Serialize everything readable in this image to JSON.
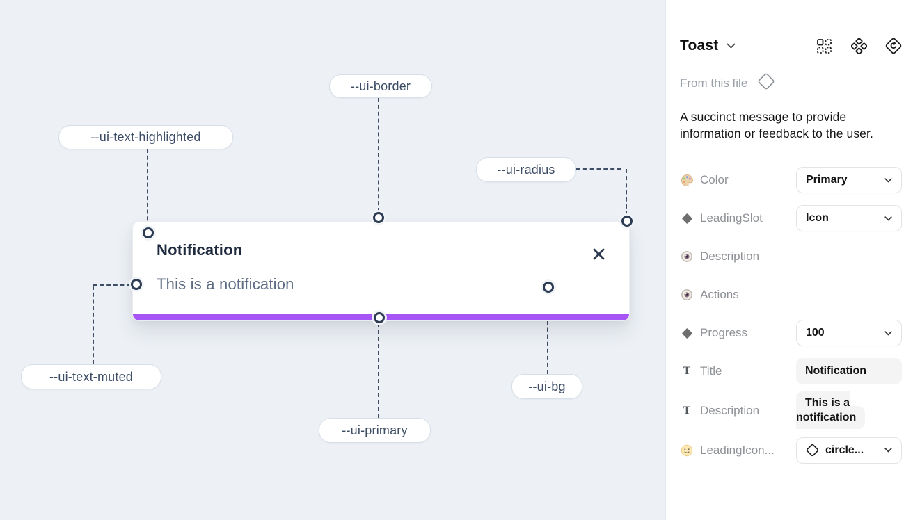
{
  "canvas": {
    "background_color": "#edf1f5",
    "connector_color": "#3f4e66",
    "toast": {
      "title": "Notification",
      "description": "This is a notification",
      "close_icon": "x-icon",
      "progress_color": "#a855f7"
    },
    "labels": [
      {
        "text": "--ui-border"
      },
      {
        "text": "--ui-text-highlighted"
      },
      {
        "text": "--ui-radius"
      },
      {
        "text": "--ui-text-muted"
      },
      {
        "text": "--ui-primary"
      },
      {
        "text": "--ui-bg"
      }
    ]
  },
  "panel": {
    "title": "Toast",
    "header_icons": [
      "instance-swap-icon",
      "component-icon",
      "reset-diamond-icon"
    ],
    "source_label": "From this file",
    "source_icon": "diamond-outline-icon",
    "description": "A succinct message to provide information or feedback to the user.",
    "toggle_on_color": "#18a0fb",
    "properties": [
      {
        "icon": "palette-icon",
        "label": "Color",
        "control": "dropdown",
        "value": "Primary"
      },
      {
        "icon": "diamond-icon",
        "label": "LeadingSlot",
        "control": "dropdown",
        "value": "Icon"
      },
      {
        "icon": "eye-icon",
        "label": "Description",
        "control": "toggle",
        "value": "on"
      },
      {
        "icon": "eye-icon",
        "label": "Actions",
        "control": "toggle",
        "value": "on"
      },
      {
        "icon": "diamond-icon",
        "label": "Progress",
        "control": "dropdown",
        "value": "100"
      },
      {
        "icon": "text-icon",
        "label": "Title",
        "control": "text-field",
        "value": "Notification"
      },
      {
        "icon": "text-icon",
        "label": "Description",
        "control": "text-field",
        "value": "This is a notification"
      },
      {
        "icon": "smiley-icon",
        "label": "LeadingIcon...",
        "control": "icon-dropdown",
        "value": "circle..."
      }
    ]
  }
}
